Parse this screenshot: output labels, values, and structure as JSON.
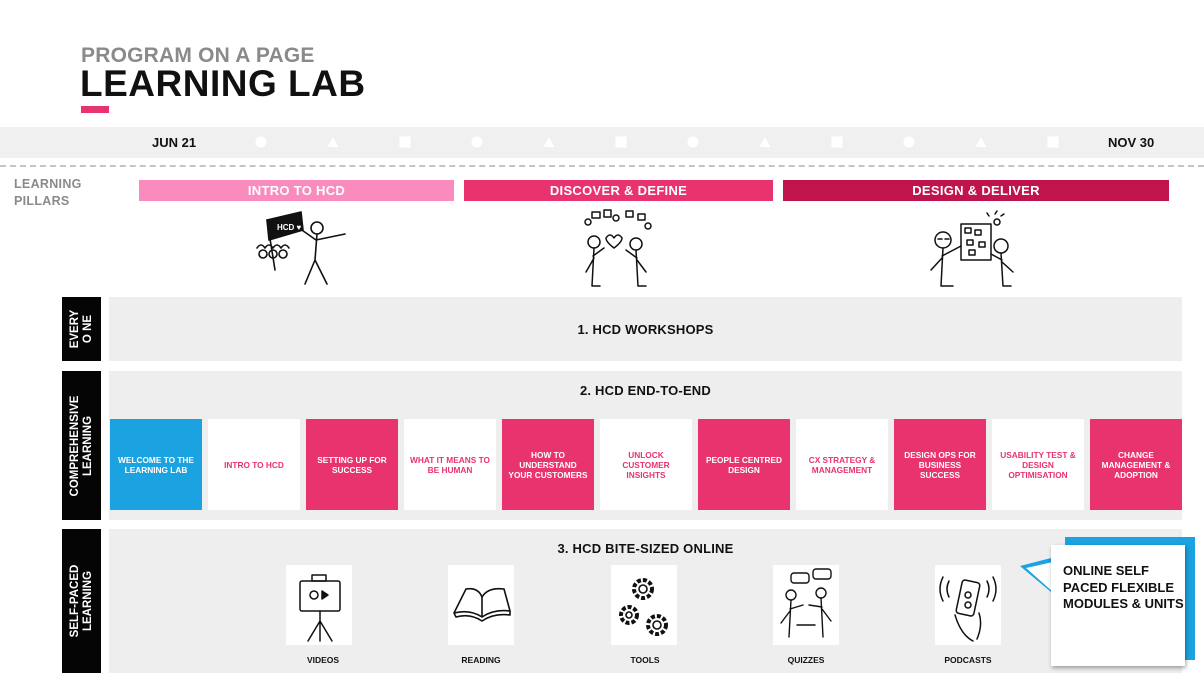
{
  "header": {
    "subtitle": "PROGRAM ON A PAGE",
    "title": "LEARNING LAB"
  },
  "timeline": {
    "start": "JUN 21",
    "end": "NOV 30",
    "markers": [
      "circle",
      "triangle",
      "square",
      "circle",
      "triangle",
      "square",
      "circle",
      "triangle",
      "square",
      "circle",
      "triangle",
      "square"
    ]
  },
  "pillars": {
    "label_line1": "LEARNING",
    "label_line2": "PILLARS",
    "items": [
      {
        "label": "INTRO TO HCD",
        "color": "#f98cbd"
      },
      {
        "label": "DISCOVER & DEFINE",
        "color": "#e8336e"
      },
      {
        "label": "DESIGN & DELIVER",
        "color": "#c0154c"
      }
    ]
  },
  "rows": {
    "everyone": {
      "label_line1": "EVERY",
      "label_line2": "O NE",
      "title": "1. HCD WORKSHOPS"
    },
    "comprehensive": {
      "label_line1": "COMPREHENSIVE",
      "label_line2": "LEARNING",
      "title": "2. HCD END-TO-END",
      "modules": [
        {
          "label": "WELCOME TO THE LEARNING LAB",
          "style": "blue"
        },
        {
          "label": "INTRO TO HCD",
          "style": "white"
        },
        {
          "label": "SETTING UP FOR SUCCESS",
          "style": "pink"
        },
        {
          "label": "WHAT IT MEANS TO BE HUMAN",
          "style": "white"
        },
        {
          "label": "HOW TO UNDERSTAND YOUR CUSTOMERS",
          "style": "pink"
        },
        {
          "label": "UNLOCK CUSTOMER INSIGHTS",
          "style": "white"
        },
        {
          "label": "PEOPLE CENTRED DESIGN",
          "style": "pink"
        },
        {
          "label": "CX STRATEGY & MANAGEMENT",
          "style": "white"
        },
        {
          "label": "DESIGN OPS FOR BUSINESS SUCCESS",
          "style": "pink"
        },
        {
          "label": "USABILITY TEST & DESIGN OPTIMISATION",
          "style": "white"
        },
        {
          "label": "CHANGE MANAGEMENT & ADOPTION",
          "style": "pink"
        }
      ]
    },
    "selfpaced": {
      "label_line1": "SELF-PACED",
      "label_line2": "LEARNING",
      "title": "3. HCD BITE-SIZED ONLINE",
      "resources": [
        {
          "label": "VIDEOS",
          "icon": "video-camera-icon"
        },
        {
          "label": "READING",
          "icon": "open-book-icon"
        },
        {
          "label": "TOOLS",
          "icon": "gears-icon"
        },
        {
          "label": "QUIZZES",
          "icon": "conversation-icon"
        },
        {
          "label": "PODCASTS",
          "icon": "phone-audio-icon"
        }
      ]
    }
  },
  "callout": {
    "text": "ONLINE SELF PACED FLEXIBLE MODULES & UNITS"
  },
  "colors": {
    "accent_pink": "#e8336e",
    "light_pink": "#f98cbd",
    "dark_pink": "#c0154c",
    "blue": "#1aa3e0"
  }
}
